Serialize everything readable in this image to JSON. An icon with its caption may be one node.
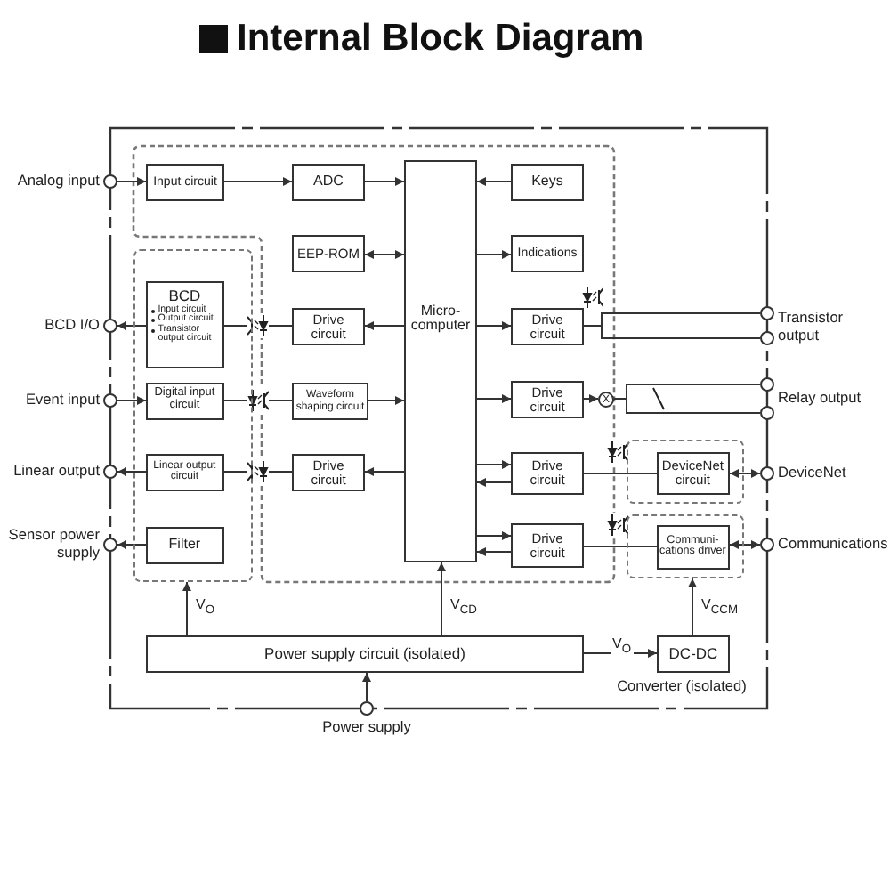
{
  "diagram": {
    "title": "Internal Block Diagram",
    "nodes": [
      {
        "text": [],
        "shape": "circle",
        "beside": [
          "Analog input"
        ]
      },
      {
        "text": [
          "Input circuit"
        ]
      },
      {
        "text": [
          "ADC"
        ]
      },
      {
        "text": [
          "Micro- computer"
        ]
      },
      {
        "text": [
          "Keys"
        ]
      },
      {
        "text": [
          "EEP-ROM"
        ]
      },
      {
        "text": [
          "Indications"
        ]
      },
      {
        "text": [],
        "shape": "box"
      },
      {
        "text": [
          "BCD",
          "Input circuit",
          "Output circuit",
          "Transistor output circuit"
        ],
        "in": 7
      },
      {
        "text": [
          "Drive circuit"
        ]
      },
      {
        "text": [
          "Digital input circuit"
        ],
        "in": 7
      },
      {
        "text": [
          "Waveform shaping circuit"
        ]
      },
      {
        "text": [
          "Linear output circuit"
        ],
        "in": 7
      },
      {
        "text": [
          "Drive circuit"
        ]
      },
      {
        "text": [
          "Filter"
        ],
        "in": 7
      },
      {
        "text": [
          "Drive circuit"
        ]
      },
      {
        "text": [
          "Drive circuit"
        ]
      },
      {
        "text": [
          "X"
        ]
      },
      {
        "text": [
          "Drive circuit"
        ]
      },
      {
        "text": [],
        "shape": "box"
      },
      {
        "text": [
          "DeviceNet circuit"
        ],
        "in": 19
      },
      {
        "text": [
          "Drive circuit"
        ]
      },
      {
        "text": [],
        "shape": "box"
      },
      {
        "text": [
          "Communi- cations driver"
        ],
        "in": 22
      },
      {
        "text": [
          "Power supply circuit (isolated)"
        ]
      },
      {
        "text": [
          "DC-DC"
        ],
        "beside": [
          "Converter (isolated)"
        ]
      },
      {
        "text": [],
        "shape": "circle",
        "beside": [
          "BCD I/O"
        ]
      },
      {
        "text": [],
        "shape": "circle",
        "beside": [
          "Event input"
        ]
      },
      {
        "text": [],
        "shape": "circle",
        "beside": [
          "Linear output"
        ]
      },
      {
        "text": [],
        "shape": "circle",
        "beside": [
          "Sensor power supply"
        ]
      },
      {
        "text": [],
        "shape": "circle",
        "beside": [
          "Transistor output"
        ]
      },
      {
        "text": [],
        "shape": "circle"
      },
      {
        "text": [],
        "shape": "circle",
        "beside": [
          "Relay output"
        ]
      },
      {
        "text": [],
        "shape": "circle"
      },
      {
        "text": [],
        "shape": "circle",
        "beside": [
          "DeviceNet"
        ]
      },
      {
        "text": [],
        "shape": "circle",
        "beside": [
          "Communications"
        ]
      },
      {
        "text": [],
        "shape": "circle",
        "beside": [
          "Power supply"
        ]
      }
    ],
    "edges": [
      {
        "from": 0,
        "to": 1,
        "arrow": "to"
      },
      {
        "from": 1,
        "to": 2,
        "arrow": "to"
      },
      {
        "from": 2,
        "to": 3,
        "arrow": "to"
      },
      {
        "from": 4,
        "to": 3,
        "arrow": "to"
      },
      {
        "from": 5,
        "to": 3,
        "arrow": "both"
      },
      {
        "from": 3,
        "to": 6,
        "arrow": "to"
      },
      {
        "from": 3,
        "to": 9,
        "arrow": "to"
      },
      {
        "from": 9,
        "to": 8,
        "arrow": "none"
      },
      {
        "from": 8,
        "to": 26,
        "arrow": "to"
      },
      {
        "from": 27,
        "to": 10,
        "arrow": "to"
      },
      {
        "from": 10,
        "to": 11,
        "arrow": "none"
      },
      {
        "from": 11,
        "to": 3,
        "arrow": "to"
      },
      {
        "from": 3,
        "to": 13,
        "arrow": "to"
      },
      {
        "from": 13,
        "to": 12,
        "arrow": "none"
      },
      {
        "from": 12,
        "to": 28,
        "arrow": "to"
      },
      {
        "from": 14,
        "to": 29,
        "arrow": "to"
      },
      {
        "from": 3,
        "to": 15,
        "arrow": "to"
      },
      {
        "from": 15,
        "to": 30,
        "arrow": "none"
      },
      {
        "from": 15,
        "to": 31,
        "arrow": "none"
      },
      {
        "from": 3,
        "to": 16,
        "arrow": "to"
      },
      {
        "from": 16,
        "to": 17,
        "arrow": "to"
      },
      {
        "from": 17,
        "to": 32,
        "arrow": "none"
      },
      {
        "from": 17,
        "to": 33,
        "arrow": "none"
      },
      {
        "from": 3,
        "to": 18,
        "arrow": "to"
      },
      {
        "from": 18,
        "to": 3,
        "arrow": "to"
      },
      {
        "from": 18,
        "to": 20,
        "arrow": "none"
      },
      {
        "from": 20,
        "to": 34,
        "arrow": "both"
      },
      {
        "from": 3,
        "to": 21,
        "arrow": "to"
      },
      {
        "from": 21,
        "to": 3,
        "arrow": "to"
      },
      {
        "from": 21,
        "to": 23,
        "arrow": "none"
      },
      {
        "from": 23,
        "to": 35,
        "arrow": "both"
      },
      {
        "from": 24,
        "to": 7,
        "arrow": "to",
        "label": "V$_{O}$"
      },
      {
        "from": 24,
        "to": 3,
        "arrow": "to",
        "label": "V$_{CD}$"
      },
      {
        "from": 24,
        "to": 25,
        "arrow": "to",
        "label": "V$_{O}$"
      },
      {
        "from": 25,
        "to": 22,
        "arrow": "to",
        "label": "V$_{CCM}$"
      },
      {
        "from": 36,
        "to": 24,
        "arrow": "to"
      }
    ]
  }
}
